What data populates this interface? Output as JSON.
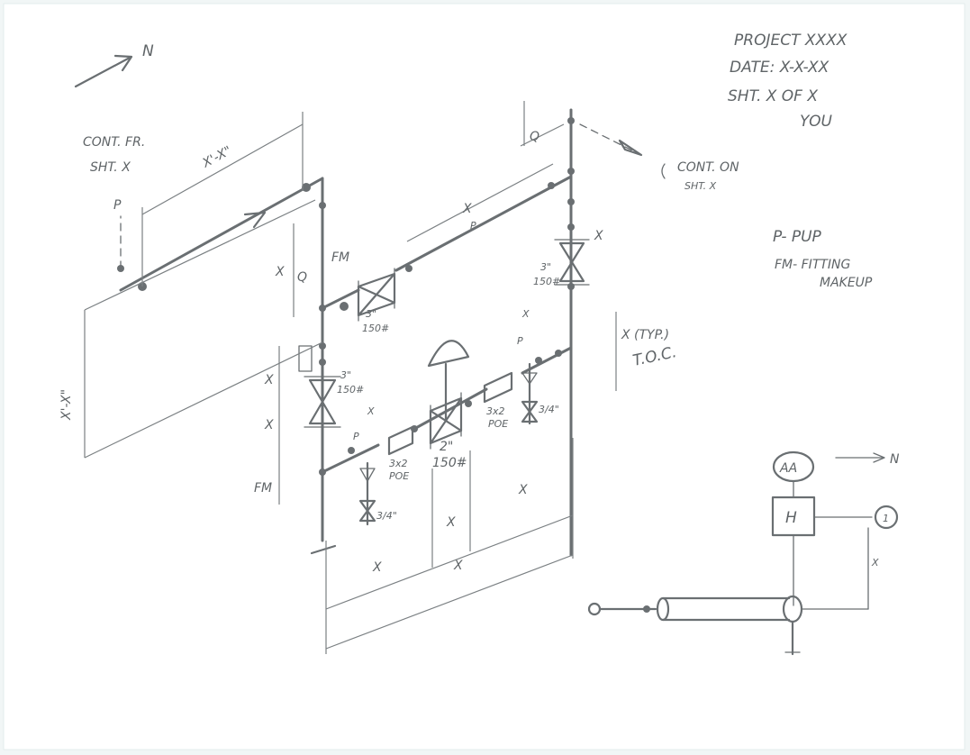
{
  "title_block": {
    "line1": "PROJECT XXXX",
    "line2": "DATE: X-X-XX",
    "line3": "SHT. X OF X",
    "line4": "YOU"
  },
  "north_label": "N",
  "legend": {
    "pup": "P- PUP",
    "fm_line1": "FM- FITTING",
    "fm_line2": "MAKEUP"
  },
  "continuations": {
    "from_line1": "CONT. FR.",
    "from_line2": "SHT. X",
    "on_line1": "CONT. ON",
    "on_line2": "SHT. X"
  },
  "dimensions": {
    "top_run": "X'-X\"",
    "vertical_left": "X'-X\"",
    "x": "X",
    "q": "Q",
    "p": "P",
    "fm": "FM",
    "typ": "X (TYP.)",
    "toc": "T.O.C."
  },
  "valves": {
    "v3_upper": {
      "size": "3\"",
      "rating": "150#"
    },
    "v3_left": {
      "size": "3\"",
      "rating": "150#"
    },
    "v3_right": {
      "size": "3\"",
      "rating": "150#"
    },
    "v2_center": {
      "size": "2\"",
      "rating": "150#"
    },
    "reducer_left": {
      "size": "3x2",
      "type": "POE"
    },
    "reducer_right": {
      "size": "3x2",
      "type": "POE"
    },
    "drain_left": "3/4\"",
    "drain_right": "3/4\""
  },
  "instrument": {
    "bubble": "AA",
    "box": "H",
    "circle": "1",
    "north": "N",
    "dim_x": "X"
  }
}
